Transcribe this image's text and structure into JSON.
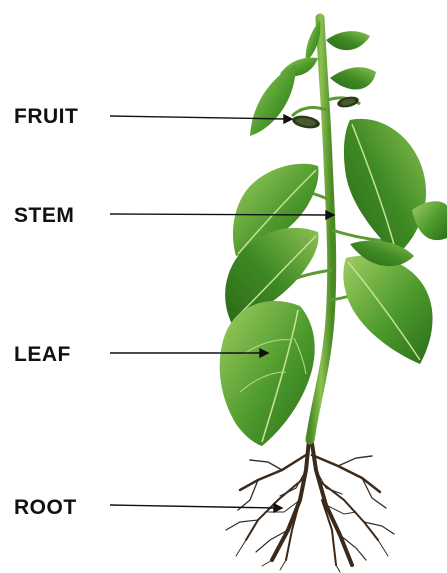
{
  "labels": {
    "fruit": "FRUIT",
    "stem": "STEM",
    "leaf": "LEAF",
    "root": "ROOT"
  },
  "colors": {
    "leaf_dark": "#2f7a1f",
    "leaf_mid": "#4e9a2c",
    "leaf_light": "#8cc152",
    "stem": "#6aa23a",
    "fruit": "#2b3b1a",
    "root": "#3b2a1c",
    "pointer": "#111111"
  }
}
